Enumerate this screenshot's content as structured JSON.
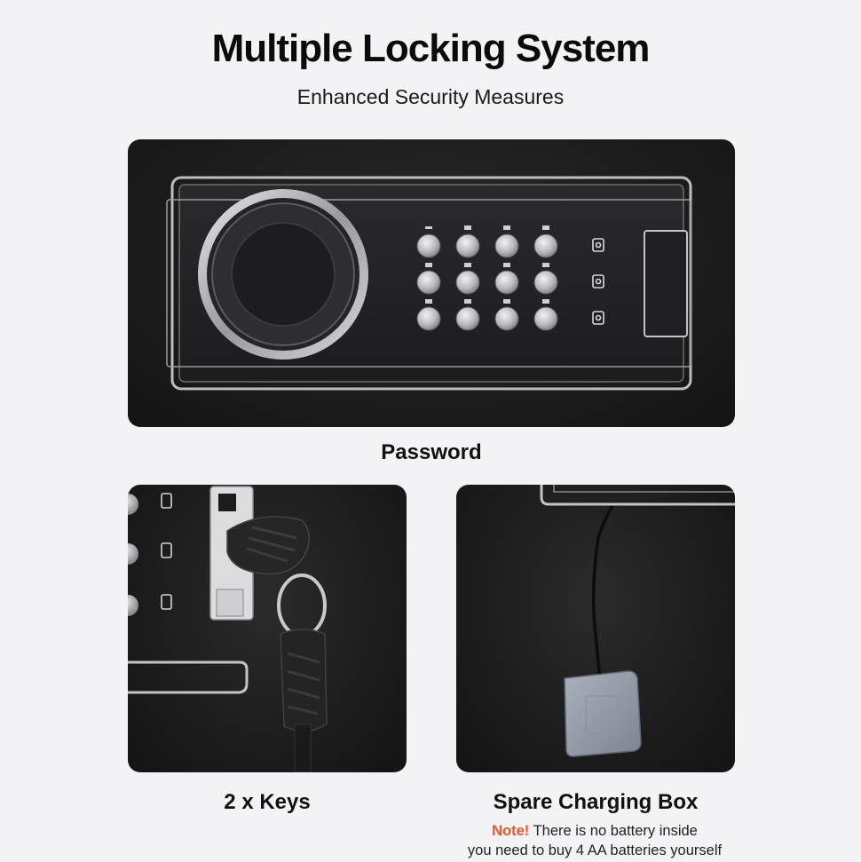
{
  "header": {
    "title": "Multiple Locking System",
    "subtitle": "Enhanced Security Measures"
  },
  "panels": {
    "password": {
      "caption": "Password"
    },
    "keys": {
      "caption": "2 x Keys"
    },
    "charging_box": {
      "caption": "Spare Charging Box",
      "note_label": "Note!",
      "note_line1": "There is no battery inside",
      "note_line2": "you need to buy 4 AA batteries yourself"
    }
  },
  "colors": {
    "background": "#f3f2f4",
    "panel": "#1e1e1e",
    "note_accent": "#e8562a",
    "metal": "#c9c9cc"
  },
  "icons": [
    "keypad-icon",
    "knob-icon",
    "key-icon",
    "battery-box-icon"
  ]
}
